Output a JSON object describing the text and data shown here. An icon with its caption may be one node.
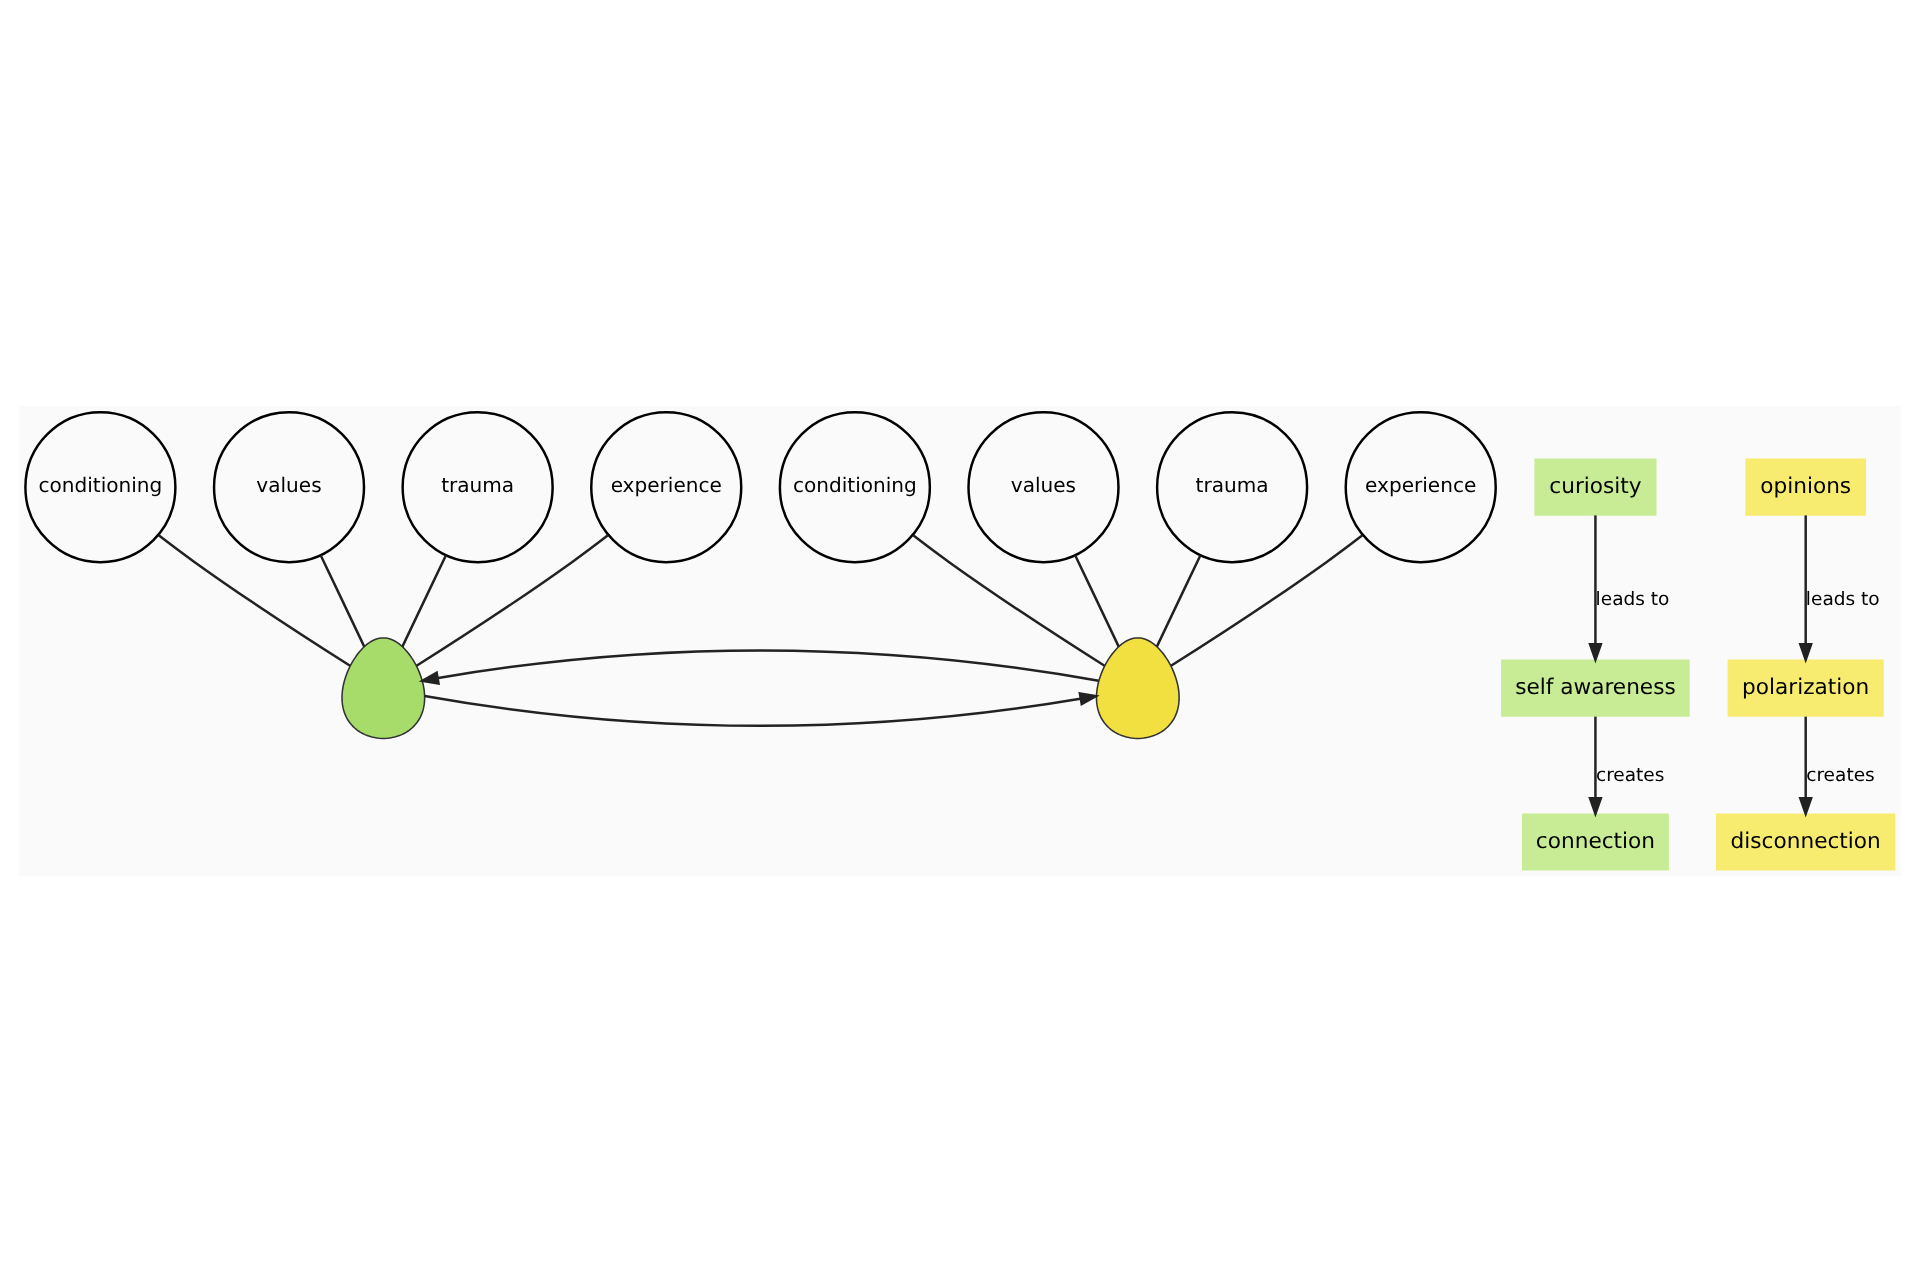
{
  "diagram": {
    "nodes": [
      {
        "text": [
          "conditioning"
        ]
      },
      {
        "text": [
          "values"
        ]
      },
      {
        "text": [],
        "shape": "person"
      },
      {
        "text": [
          "trauma"
        ]
      },
      {
        "text": [
          "experience"
        ]
      },
      {
        "text": [
          "curiosity"
        ]
      },
      {
        "text": [
          "self awareness"
        ]
      },
      {
        "text": [
          "connection"
        ]
      },
      {
        "text": [
          "opinions"
        ]
      },
      {
        "text": [
          "polarization"
        ]
      },
      {
        "text": [
          "disconnection"
        ]
      },
      {
        "text": [
          "conditioning"
        ]
      },
      {
        "text": [
          "values"
        ]
      },
      {
        "text": [],
        "shape": "person"
      },
      {
        "text": [
          "trauma"
        ]
      },
      {
        "text": [
          "experience"
        ]
      }
    ],
    "edges": [
      {
        "from": 0,
        "to": 2,
        "arrow": "none"
      },
      {
        "from": 1,
        "to": 2,
        "arrow": "none"
      },
      {
        "from": 3,
        "to": 2,
        "arrow": "none"
      },
      {
        "from": 4,
        "to": 2,
        "arrow": "none"
      },
      {
        "from": 5,
        "to": 6,
        "arrow": "to",
        "label": "leads to"
      },
      {
        "from": 6,
        "to": 7,
        "arrow": "to",
        "label": "creates"
      },
      {
        "from": 8,
        "to": 9,
        "arrow": "to",
        "label": "leads to"
      },
      {
        "from": 9,
        "to": 10,
        "arrow": "to",
        "label": "creates"
      },
      {
        "from": 11,
        "to": 13,
        "arrow": "none"
      },
      {
        "from": 12,
        "to": 13,
        "arrow": "none"
      },
      {
        "from": 14,
        "to": 13,
        "arrow": "none"
      },
      {
        "from": 15,
        "to": 13,
        "arrow": "none"
      },
      {
        "from": 2,
        "to": 13,
        "arrow": "to"
      },
      {
        "from": 13,
        "to": 2,
        "arrow": "to"
      }
    ]
  }
}
